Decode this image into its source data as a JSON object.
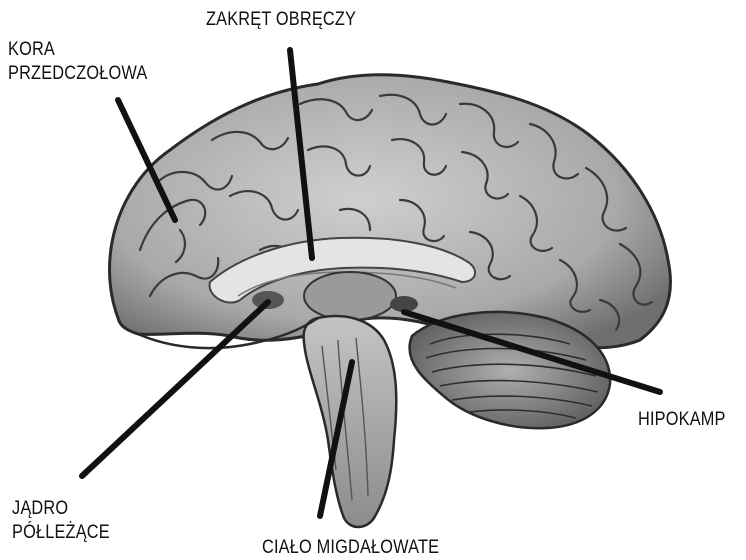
{
  "labels": {
    "cingulate_gyrus": "ZAKRĘT OBRĘCZY",
    "prefrontal_cortex": [
      "KORA",
      "PRZEDCZOŁOWA"
    ],
    "hippocampus": "HIPOKAMP",
    "nucleus_accumbens": [
      "JĄDRO",
      "PÓŁLEŻĄCE"
    ],
    "amygdala": "CIAŁO MIGDAŁOWATE"
  },
  "colors": {
    "ink": "#111111",
    "tissue": "#d9d9d9",
    "tissue_dark": "#8a8a8a",
    "background": "#ffffff"
  }
}
